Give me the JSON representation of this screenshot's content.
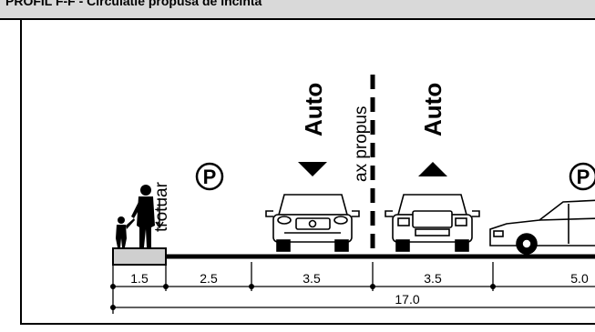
{
  "title": "PROFIL F-F  - Circulatie propusa de incinta",
  "labels": {
    "trotuar": "trotuar",
    "parking_symbol": "P",
    "auto_left": "Auto",
    "auto_right": "Auto",
    "axis": "ax propus"
  },
  "segments": [
    "1.5",
    "2.5",
    "3.5",
    "3.5",
    "5.0"
  ],
  "total": "17.0",
  "colors": {
    "title_bg": "#d9d9d9",
    "line": "#000000",
    "background": "#ffffff"
  }
}
